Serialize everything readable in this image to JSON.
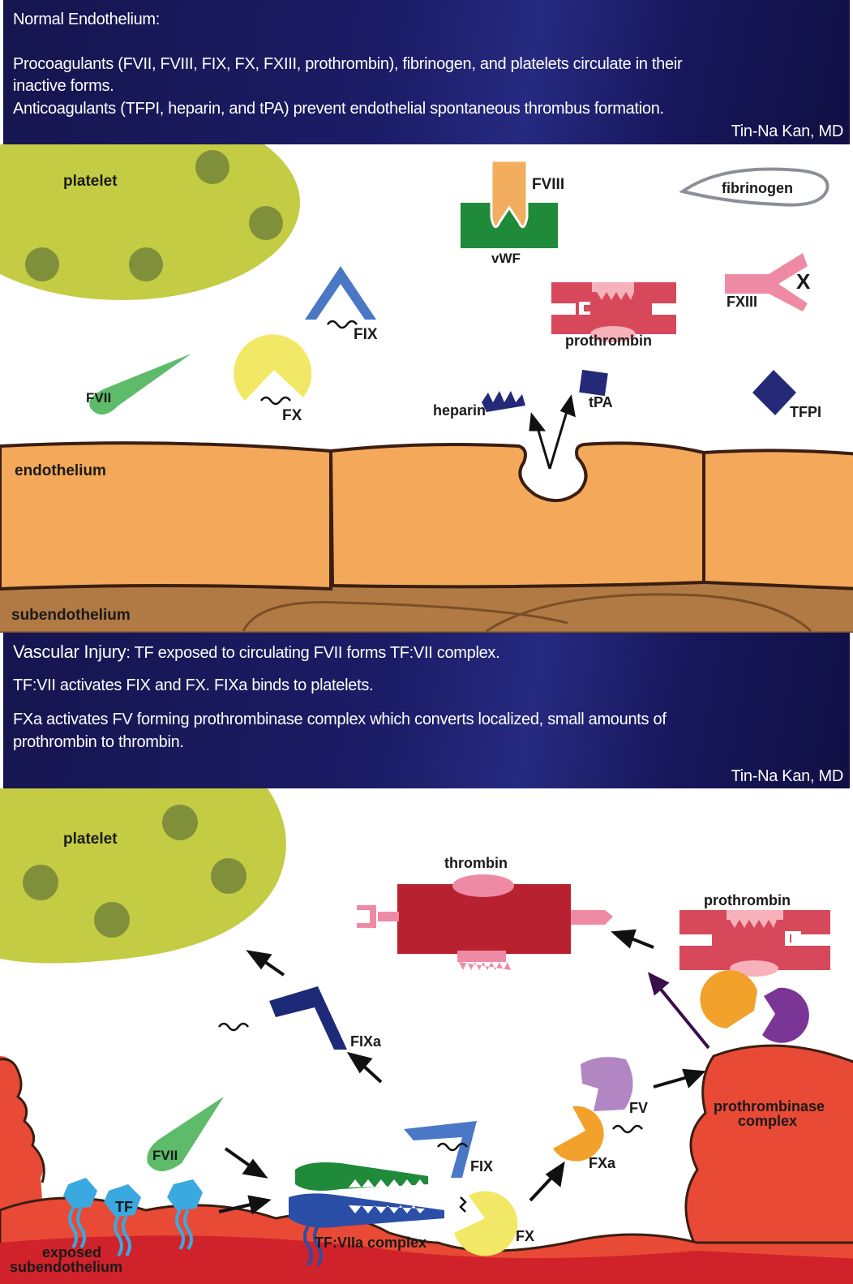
{
  "panel1": {
    "header": {
      "title": "Normal Endothelium:",
      "line1": "Procoagulants (FVII, FVIII, FIX, FX, FXIII, prothrombin), fibrinogen, and platelets circulate in their",
      "line2": "inactive forms.",
      "line3": "Anticoagulants (TFPI, heparin, and tPA) prevent endothelial spontaneous thrombus formation.",
      "author": "Tin-Na Kan, MD"
    },
    "labels": {
      "platelet": "platelet",
      "fviii": "FVIII",
      "vwf": "vWF",
      "fibrinogen": "fibrinogen",
      "fix": "FIX",
      "prothrombin": "prothrombin",
      "fxiii": "FXIII",
      "fxiii_mark": "X",
      "fvii": "FVII",
      "fx": "FX",
      "heparin": "heparin",
      "tpa": "tPA",
      "tfpi": "TFPI",
      "endothelium": "endothelium",
      "subendothelium": "subendothelium"
    }
  },
  "panel2": {
    "header": {
      "title": "Vascular Injury",
      "title_rest": ": TF exposed to circulating FVII forms TF:VII complex.",
      "line1": "TF:VII activates FIX and FX.  FIXa binds to platelets.",
      "line2": "FXa activates FV forming prothrombinase complex which converts localized, small amounts of",
      "line3": "prothrombin to thrombin.",
      "author": "Tin-Na Kan, MD"
    },
    "labels": {
      "platelet": "platelet",
      "thrombin": "thrombin",
      "prothrombin": "prothrombin",
      "fixa": "FIXa",
      "fvii": "FVII",
      "fix": "FIX",
      "fv": "FV",
      "fxa": "FXa",
      "fx": "FX",
      "prothrombinase_1": "prothrombinase",
      "prothrombinase_2": "complex",
      "tf": "TF",
      "tf_viia_complex": "TF:VIIa complex",
      "exposed_1": "exposed",
      "exposed_2": "subendothelium"
    }
  },
  "colors": {
    "header_bg": "#1b1c66",
    "platelet": "#c4cc44",
    "platelet_granule": "#7f8f3a",
    "endothelium": "#f4a85a",
    "subendothelium": "#b17a45",
    "injured_tissue": "#e94a35",
    "fviii": "#f3ad5e",
    "vwf": "#1f8a3a",
    "fix": "#4a78c6",
    "fixa": "#1d2a78",
    "fvii": "#5dbb6a",
    "fx": "#f1e866",
    "fxa": "#f2a12a",
    "fv": "#b286c3",
    "prothrombin": "#d7495a",
    "thrombin": "#b82230",
    "fxiii": "#ef8aa5",
    "heparin_tpa_tfpi": "#242a78",
    "tf": "#3aa9e0"
  }
}
